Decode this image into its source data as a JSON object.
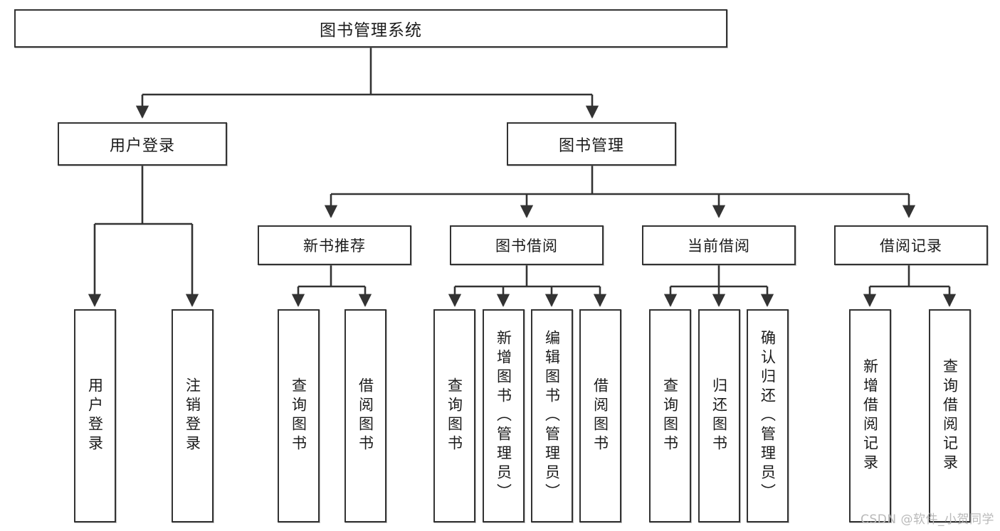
{
  "diagram": {
    "title": "图书管理系统",
    "watermark": "CSDN @软件_小贺同学",
    "line_color": "#333333",
    "box_border_color": "#333333",
    "box_fill_color": "#ffffff",
    "text_color": "#1b1b1b",
    "watermark_color": "#b9b9b9"
  },
  "nodes": {
    "root": {
      "label": "图书管理系统"
    },
    "level1": [
      {
        "id": "user-login",
        "label": "用户登录"
      },
      {
        "id": "book-manage",
        "label": "图书管理"
      }
    ],
    "level2": [
      {
        "id": "new-book-recommend",
        "label": "新书推荐"
      },
      {
        "id": "book-borrow",
        "label": "图书借阅"
      },
      {
        "id": "current-borrow",
        "label": "当前借阅"
      },
      {
        "id": "borrow-record",
        "label": "借阅记录"
      }
    ],
    "leaves": [
      {
        "id": "leaf-user-login",
        "label": "用户登录",
        "parent": "user-login"
      },
      {
        "id": "leaf-logout-login",
        "label": "注销登录",
        "parent": "user-login"
      },
      {
        "id": "leaf-query-book-1",
        "label": "查询图书",
        "parent": "new-book-recommend"
      },
      {
        "id": "leaf-borrow-book-1",
        "label": "借阅图书",
        "parent": "new-book-recommend"
      },
      {
        "id": "leaf-query-book-2",
        "label": "查询图书",
        "parent": "book-borrow"
      },
      {
        "id": "leaf-add-book-admin",
        "label": "新增图书（管理员）",
        "parent": "book-borrow"
      },
      {
        "id": "leaf-edit-book-admin",
        "label": "编辑图书（管理员）",
        "parent": "book-borrow"
      },
      {
        "id": "leaf-borrow-book-2",
        "label": "借阅图书",
        "parent": "book-borrow"
      },
      {
        "id": "leaf-query-book-3",
        "label": "查询图书",
        "parent": "current-borrow"
      },
      {
        "id": "leaf-return-book",
        "label": "归还图书",
        "parent": "current-borrow"
      },
      {
        "id": "leaf-confirm-return-admin",
        "label": "确认归还（管理员）",
        "parent": "current-borrow"
      },
      {
        "id": "leaf-add-borrow-record",
        "label": "新增借阅记录",
        "parent": "borrow-record"
      },
      {
        "id": "leaf-query-borrow-record",
        "label": "查询借阅记录",
        "parent": "borrow-record"
      }
    ]
  },
  "chart_data": {
    "type": "diagram",
    "subtype": "tree-hierarchy",
    "title": "图书管理系统",
    "orientation": "top-down",
    "levels": 4,
    "tree": {
      "label": "图书管理系统",
      "children": [
        {
          "label": "用户登录",
          "children": [
            {
              "label": "用户登录",
              "children": []
            },
            {
              "label": "注销登录",
              "children": []
            }
          ]
        },
        {
          "label": "图书管理",
          "children": [
            {
              "label": "新书推荐",
              "children": [
                {
                  "label": "查询图书",
                  "children": []
                },
                {
                  "label": "借阅图书",
                  "children": []
                }
              ]
            },
            {
              "label": "图书借阅",
              "children": [
                {
                  "label": "查询图书",
                  "children": []
                },
                {
                  "label": "新增图书（管理员）",
                  "children": []
                },
                {
                  "label": "编辑图书（管理员）",
                  "children": []
                },
                {
                  "label": "借阅图书",
                  "children": []
                }
              ]
            },
            {
              "label": "当前借阅",
              "children": [
                {
                  "label": "查询图书",
                  "children": []
                },
                {
                  "label": "归还图书",
                  "children": []
                },
                {
                  "label": "确认归还（管理员）",
                  "children": []
                }
              ]
            },
            {
              "label": "借阅记录",
              "children": [
                {
                  "label": "新增借阅记录",
                  "children": []
                },
                {
                  "label": "查询借阅记录",
                  "children": []
                }
              ]
            }
          ]
        }
      ]
    }
  }
}
